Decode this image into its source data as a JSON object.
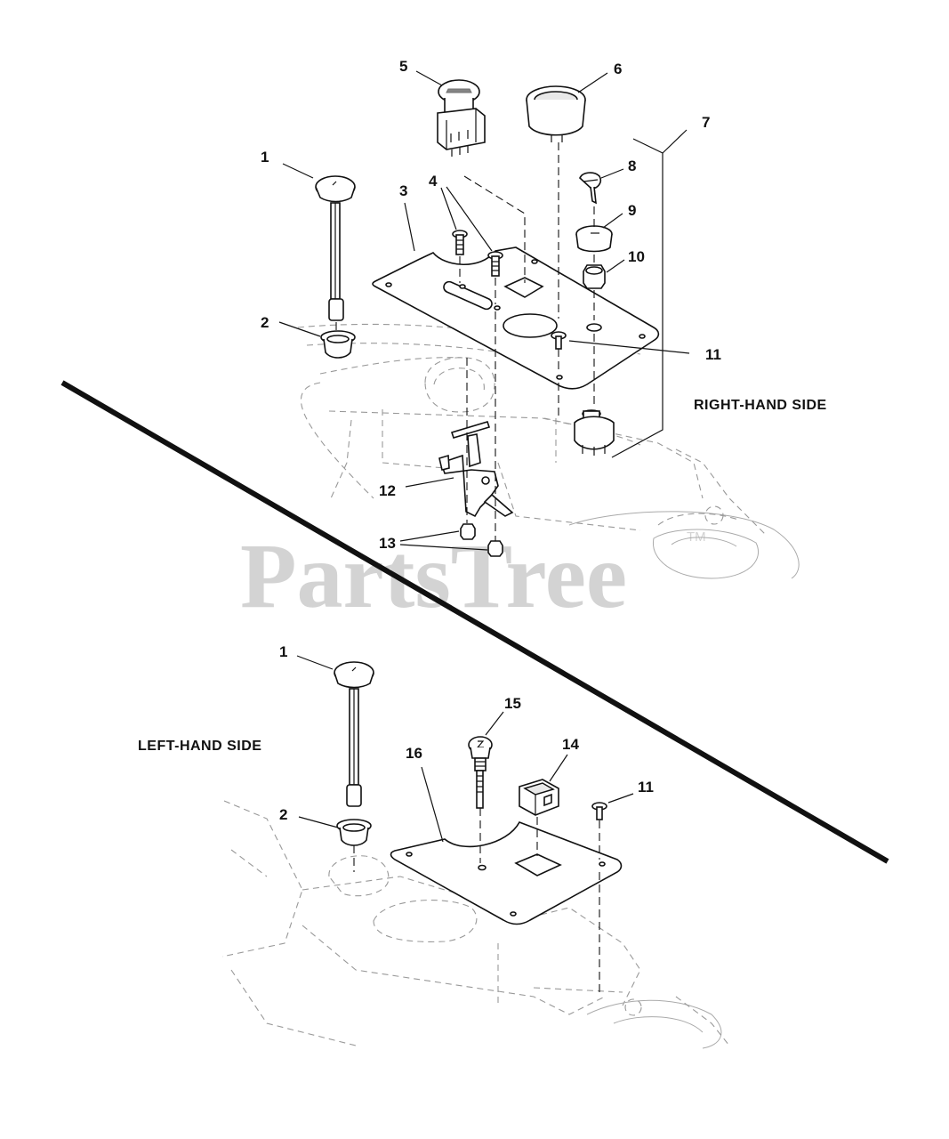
{
  "watermark": {
    "text": "PartsTree",
    "trademark": "TM"
  },
  "sections": {
    "right": {
      "title": "RIGHT-HAND SIDE"
    },
    "left": {
      "title": "LEFT-HAND SIDE"
    }
  },
  "callouts": {
    "c1a": "1",
    "c2a": "2",
    "c3": "3",
    "c4": "4",
    "c5": "5",
    "c6": "6",
    "c7": "7",
    "c8": "8",
    "c9": "9",
    "c10": "10",
    "c11a": "11",
    "c12": "12",
    "c13": "13",
    "c1b": "1",
    "c2b": "2",
    "c14": "14",
    "c15": "15",
    "c16": "16",
    "c11b": "11"
  },
  "colors": {
    "line": "#111111",
    "ghost": "#999999",
    "watermark": "#d3d3d3"
  }
}
